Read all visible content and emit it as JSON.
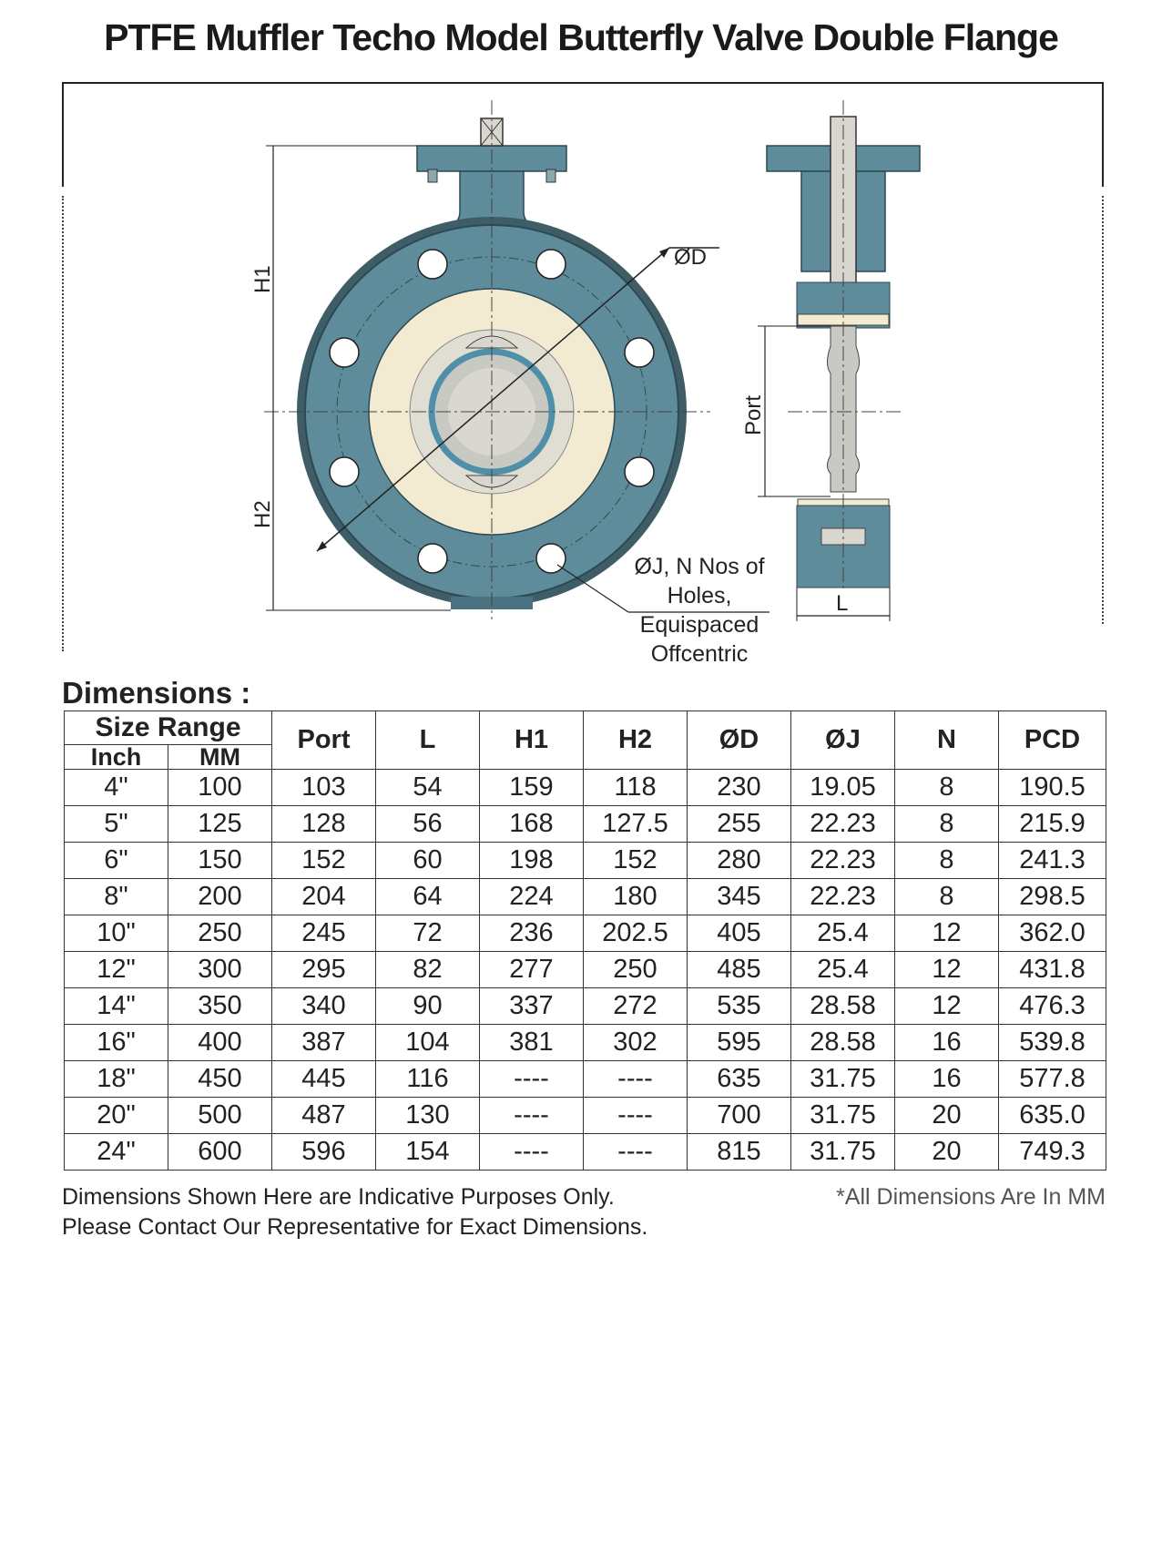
{
  "title": "PTFE Muffler Techo Model Butterfly Valve Double Flange",
  "drawing": {
    "label_od": "ØD",
    "label_h1": "H1",
    "label_h2": "H2",
    "label_port": "Port",
    "label_l": "L",
    "holes_note": [
      "ØJ, N Nos of",
      "Holes,",
      "Equispaced",
      "Offcentric"
    ],
    "colors": {
      "body": "#5f8c9a",
      "body_dark": "#3f6a78",
      "liner": "#f3ead2",
      "disc": "#c9c9c4",
      "stem": "#d8d6cf",
      "accent_blue": "#4f8fa8"
    }
  },
  "dimensions_heading": "Dimensions :",
  "table": {
    "group_header": "Size Range",
    "sub_headers": [
      "Inch",
      "MM"
    ],
    "headers": [
      "Port",
      "L",
      "H1",
      "H2",
      "ØD",
      "ØJ",
      "N",
      "PCD"
    ],
    "rows": [
      [
        "4\"",
        "100",
        "103",
        "54",
        "159",
        "118",
        "230",
        "19.05",
        "8",
        "190.5"
      ],
      [
        "5\"",
        "125",
        "128",
        "56",
        "168",
        "127.5",
        "255",
        "22.23",
        "8",
        "215.9"
      ],
      [
        "6\"",
        "150",
        "152",
        "60",
        "198",
        "152",
        "280",
        "22.23",
        "8",
        "241.3"
      ],
      [
        "8\"",
        "200",
        "204",
        "64",
        "224",
        "180",
        "345",
        "22.23",
        "8",
        "298.5"
      ],
      [
        "10\"",
        "250",
        "245",
        "72",
        "236",
        "202.5",
        "405",
        "25.4",
        "12",
        "362.0"
      ],
      [
        "12\"",
        "300",
        "295",
        "82",
        "277",
        "250",
        "485",
        "25.4",
        "12",
        "431.8"
      ],
      [
        "14\"",
        "350",
        "340",
        "90",
        "337",
        "272",
        "535",
        "28.58",
        "12",
        "476.3"
      ],
      [
        "16\"",
        "400",
        "387",
        "104",
        "381",
        "302",
        "595",
        "28.58",
        "16",
        "539.8"
      ],
      [
        "18\"",
        "450",
        "445",
        "116",
        "----",
        "----",
        "635",
        "31.75",
        "16",
        "577.8"
      ],
      [
        "20\"",
        "500",
        "487",
        "130",
        "----",
        "----",
        "700",
        "31.75",
        "20",
        "635.0"
      ],
      [
        "24\"",
        "600",
        "596",
        "154",
        "----",
        "----",
        "815",
        "31.75",
        "20",
        "749.3"
      ]
    ]
  },
  "footer": {
    "line1": "Dimensions Shown Here are Indicative Purposes Only.",
    "line2": "Please Contact Our Representative for Exact Dimensions.",
    "note": "*All Dimensions Are In MM"
  }
}
